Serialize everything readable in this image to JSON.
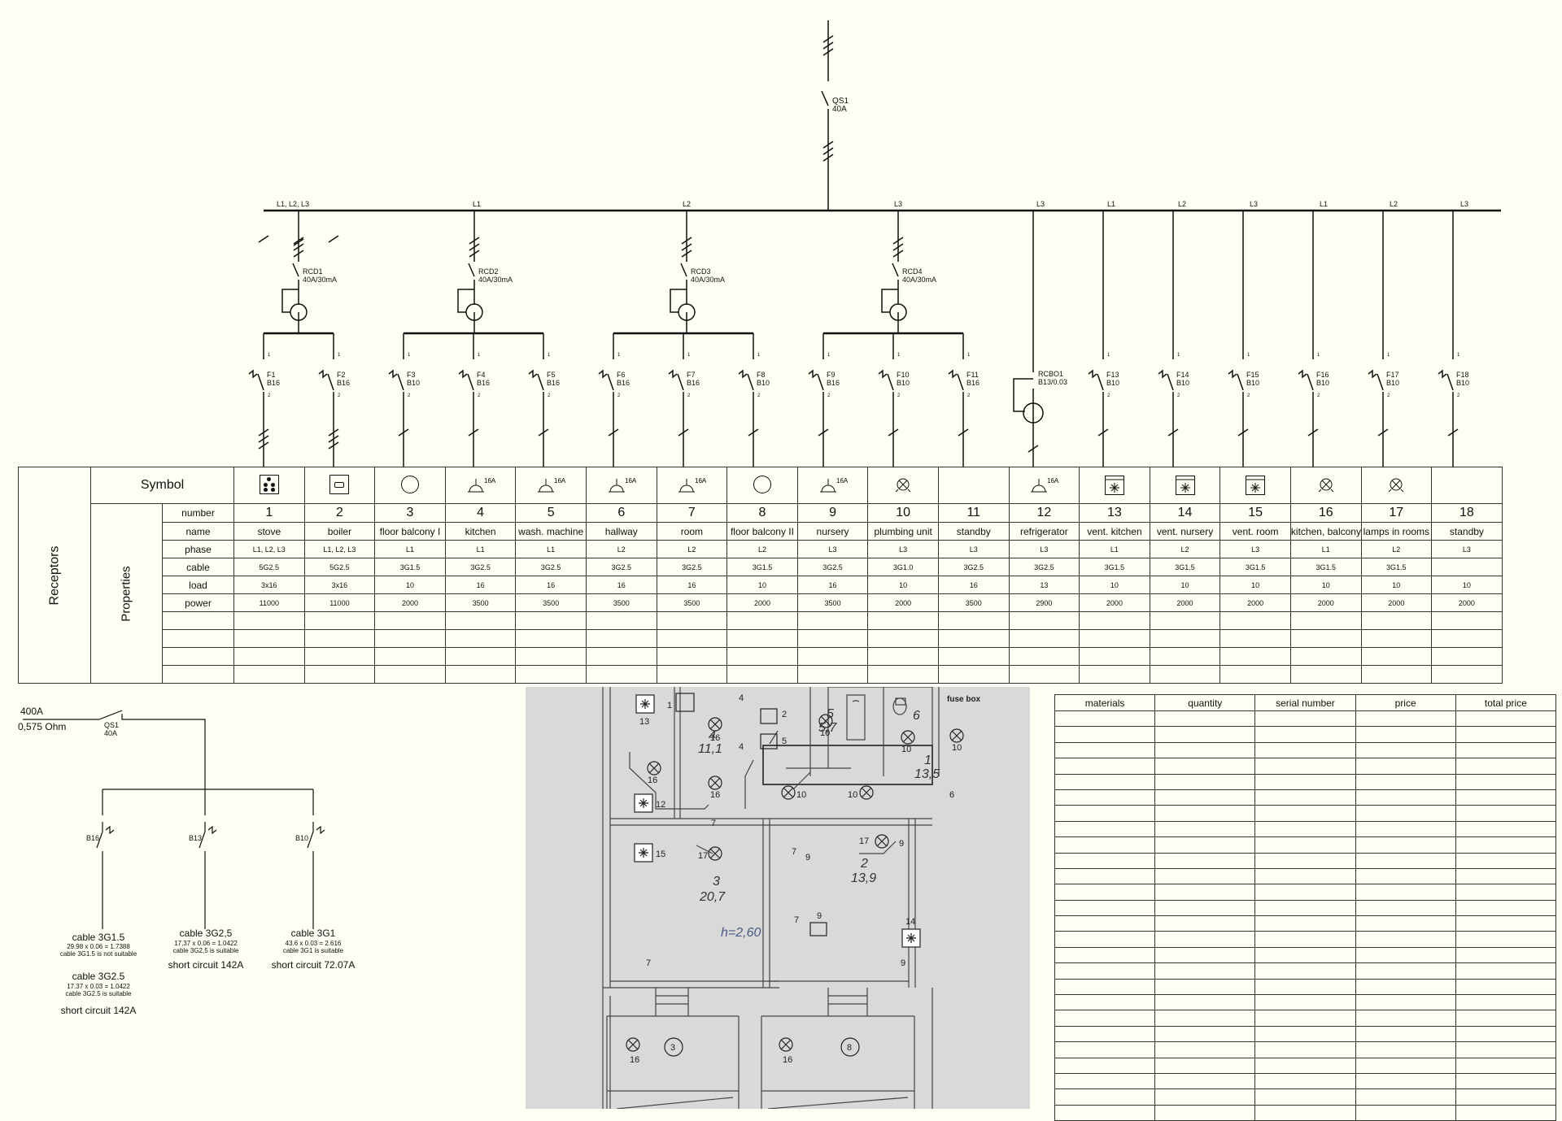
{
  "main_switch": {
    "id": "QS1",
    "rating": "40A"
  },
  "busbar_phase_labels": [
    "L1, L2, L3",
    "L1",
    "L2",
    "L3",
    "L3",
    "L1",
    "L2",
    "L3",
    "L1",
    "L2",
    "L3"
  ],
  "rcds": [
    {
      "id": "RCD1",
      "rating": "40A/30mA"
    },
    {
      "id": "RCD2",
      "rating": "40A/30mA"
    },
    {
      "id": "RCD3",
      "rating": "40A/30mA"
    },
    {
      "id": "RCD4",
      "rating": "40A/30mA"
    }
  ],
  "rcbo": {
    "id": "RCBO1",
    "rating": "B13/0.03"
  },
  "breakers": [
    {
      "id": "F1",
      "rating": "B16"
    },
    {
      "id": "F2",
      "rating": "B16"
    },
    {
      "id": "F3",
      "rating": "B10"
    },
    {
      "id": "F4",
      "rating": "B16"
    },
    {
      "id": "F5",
      "rating": "B16"
    },
    {
      "id": "F6",
      "rating": "B16"
    },
    {
      "id": "F7",
      "rating": "B16"
    },
    {
      "id": "F8",
      "rating": "B10"
    },
    {
      "id": "F9",
      "rating": "B16"
    },
    {
      "id": "F10",
      "rating": "B10"
    },
    {
      "id": "F11",
      "rating": "B16"
    },
    {
      "id": "",
      "rating": ""
    },
    {
      "id": "F13",
      "rating": "B10"
    },
    {
      "id": "F14",
      "rating": "B10"
    },
    {
      "id": "F15",
      "rating": "B10"
    },
    {
      "id": "F16",
      "rating": "B10"
    },
    {
      "id": "F17",
      "rating": "B10"
    },
    {
      "id": "F18",
      "rating": "B10"
    }
  ],
  "terminal_numbers": {
    "top": "1",
    "bottom": "2"
  },
  "receptors_table": {
    "receptors_label": "Receptors",
    "symbol_label": "Symbol",
    "properties_label": "Properties",
    "row_labels": {
      "number": "number",
      "name": "name",
      "phase": "phase",
      "cable": "cable",
      "load": "load",
      "power": "power"
    },
    "socket_rating": "16A",
    "circuits": [
      {
        "symbol": "stove-icon",
        "number": "1",
        "name": "stove",
        "phase": "L1, L2, L3",
        "cable": "5G2.5",
        "load": "3x16",
        "power": "11000"
      },
      {
        "symbol": "boiler-icon",
        "number": "2",
        "name": "boiler",
        "phase": "L1, L2, L3",
        "cable": "5G2.5",
        "load": "3x16",
        "power": "11000"
      },
      {
        "symbol": "circle-icon",
        "number": "3",
        "name": "floor balcony I",
        "phase": "L1",
        "cable": "3G1.5",
        "load": "10",
        "power": "2000"
      },
      {
        "symbol": "socket-icon",
        "number": "4",
        "name": "kitchen",
        "phase": "L1",
        "cable": "3G2.5",
        "load": "16",
        "power": "3500"
      },
      {
        "symbol": "socket-icon",
        "number": "5",
        "name": "wash. machine",
        "phase": "L1",
        "cable": "3G2.5",
        "load": "16",
        "power": "3500"
      },
      {
        "symbol": "socket-icon",
        "number": "6",
        "name": "hallway",
        "phase": "L2",
        "cable": "3G2.5",
        "load": "16",
        "power": "3500"
      },
      {
        "symbol": "socket-icon",
        "number": "7",
        "name": "room",
        "phase": "L2",
        "cable": "3G2.5",
        "load": "16",
        "power": "3500"
      },
      {
        "symbol": "circle-icon",
        "number": "8",
        "name": "floor balcony II",
        "phase": "L2",
        "cable": "3G1.5",
        "load": "10",
        "power": "2000"
      },
      {
        "symbol": "socket-icon",
        "number": "9",
        "name": "nursery",
        "phase": "L3",
        "cable": "3G2.5",
        "load": "16",
        "power": "3500"
      },
      {
        "symbol": "lamp-icon",
        "number": "10",
        "name": "plumbing unit",
        "phase": "L3",
        "cable": "3G1.0",
        "load": "10",
        "power": "2000"
      },
      {
        "symbol": "",
        "number": "11",
        "name": "standby",
        "phase": "L3",
        "cable": "3G2.5",
        "load": "16",
        "power": "3500"
      },
      {
        "symbol": "socket-icon",
        "number": "12",
        "name": "refrigerator",
        "phase": "L3",
        "cable": "3G2.5",
        "load": "13",
        "power": "2900"
      },
      {
        "symbol": "fan-icon",
        "number": "13",
        "name": "vent. kitchen",
        "phase": "L1",
        "cable": "3G1.5",
        "load": "10",
        "power": "2000"
      },
      {
        "symbol": "fan-icon",
        "number": "14",
        "name": "vent. nursery",
        "phase": "L2",
        "cable": "3G1.5",
        "load": "10",
        "power": "2000"
      },
      {
        "symbol": "fan-icon",
        "number": "15",
        "name": "vent. room",
        "phase": "L3",
        "cable": "3G1.5",
        "load": "10",
        "power": "2000"
      },
      {
        "symbol": "lamp-icon",
        "number": "16",
        "name": "kitchen, balcony",
        "phase": "L1",
        "cable": "3G1.5",
        "load": "10",
        "power": "2000"
      },
      {
        "symbol": "lamp-icon",
        "number": "17",
        "name": "lamps in rooms",
        "phase": "L2",
        "cable": "3G1.5",
        "load": "10",
        "power": "2000"
      },
      {
        "symbol": "",
        "number": "18",
        "name": "standby",
        "phase": "L3",
        "cable": "",
        "load": "10",
        "power": "2000"
      }
    ]
  },
  "short_circuit": {
    "supply_current": "400A",
    "supply_impedance": "0,575 Ohm",
    "switch_id": "QS1",
    "switch_rating": "40A",
    "branches": [
      {
        "breaker": "B16",
        "cable": "cable 3G1.5",
        "calc": "29.98 x 0.06 = 1.7388",
        "verdict": "cable 3G1.5 is not suitable",
        "alt_cable": "cable 3G2.5",
        "alt_calc": "17.37 x 0.03 = 1.0422",
        "alt_verdict": "cable 3G2.5 is suitable",
        "result": "short circuit 142A"
      },
      {
        "breaker": "B13",
        "cable": "cable 3G2,5",
        "calc": "17,37 x 0.06 = 1.0422",
        "verdict": "cable 3G2,5 is suitable",
        "result": "short circuit 142A"
      },
      {
        "breaker": "B10",
        "cable": "cable 3G1",
        "calc": "43.6 x 0.03 = 2.616",
        "verdict": "cable 3G1 is suitable",
        "result": "short circuit 72.07A"
      }
    ]
  },
  "floor_plan": {
    "rooms": [
      {
        "number": "4",
        "area": "11,1"
      },
      {
        "number": "5",
        "area": "5,7"
      },
      {
        "number": "6",
        "area": ""
      },
      {
        "number": "1",
        "area": "13,5"
      },
      {
        "number": "3",
        "area": "20,7"
      },
      {
        "number": "2",
        "area": "13,9"
      }
    ],
    "height_label": "h=2,60",
    "fuse_box_label": "fuse box",
    "labels": {
      "n1": "1",
      "n2": "2",
      "n3": "3",
      "n4": "4",
      "n5": "5",
      "n6": "6",
      "n7": "7",
      "n8": "8",
      "n9": "9",
      "n10": "10",
      "n12": "12",
      "n13": "13",
      "n14": "14",
      "n15": "15",
      "n16": "16",
      "n17": "17"
    }
  },
  "materials_table": {
    "headers": [
      "materials",
      "quantity",
      "serial number",
      "price",
      "total price"
    ]
  }
}
